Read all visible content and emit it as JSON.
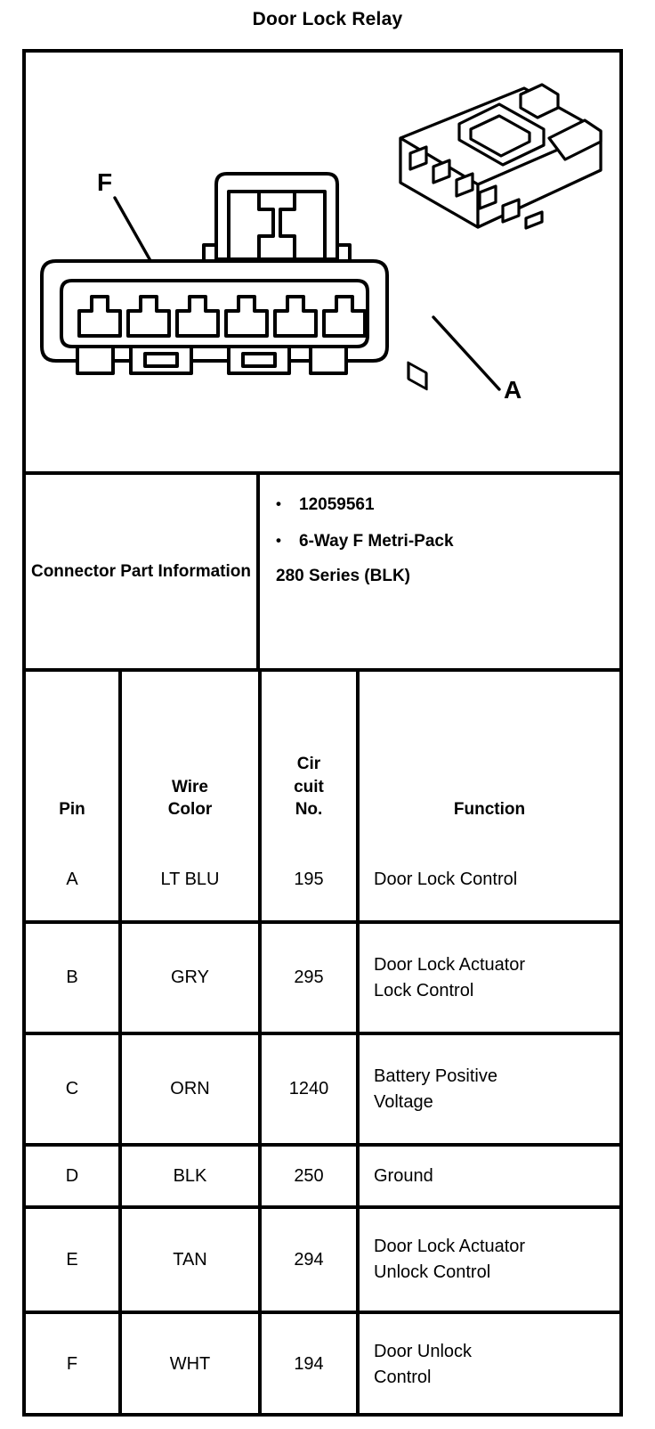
{
  "title": "Door Lock Relay",
  "diagram": {
    "callouts": [
      {
        "label": "F",
        "target": "leftmost-cavity"
      },
      {
        "label": "A",
        "target": "rightmost-cavity"
      }
    ],
    "cavity_count": 6,
    "views": [
      "isometric-connector-body",
      "connector-face-view"
    ]
  },
  "connector_info": {
    "label": "Connector Part Information",
    "bullets": [
      "12059561",
      "6-Way F Metri-Pack"
    ],
    "continuation": "280 Series (BLK)"
  },
  "pin_table": {
    "headers": {
      "pin": "Pin",
      "wire_color_line1": "Wire",
      "wire_color_line2": "Color",
      "circuit_line1": "Cir",
      "circuit_line2": "cuit",
      "circuit_line3": "No.",
      "function": "Function"
    },
    "rows": [
      {
        "pin": "A",
        "wire_color": "LT BLU",
        "circuit_no": "195",
        "function_line1": "Door Lock Control",
        "function_line2": ""
      },
      {
        "pin": "B",
        "wire_color": "GRY",
        "circuit_no": "295",
        "function_line1": "Door Lock Actuator",
        "function_line2": "Lock Control"
      },
      {
        "pin": "C",
        "wire_color": "ORN",
        "circuit_no": "1240",
        "function_line1": "Battery Positive",
        "function_line2": "Voltage"
      },
      {
        "pin": "D",
        "wire_color": "BLK",
        "circuit_no": "250",
        "function_line1": "Ground",
        "function_line2": ""
      },
      {
        "pin": "E",
        "wire_color": "TAN",
        "circuit_no": "294",
        "function_line1": "Door Lock Actuator",
        "function_line2": "Unlock Control"
      },
      {
        "pin": "F",
        "wire_color": "WHT",
        "circuit_no": "194",
        "function_line1": "Door Unlock",
        "function_line2": "Control"
      }
    ]
  },
  "colors": {
    "ink": "#000000",
    "paper": "#ffffff"
  }
}
